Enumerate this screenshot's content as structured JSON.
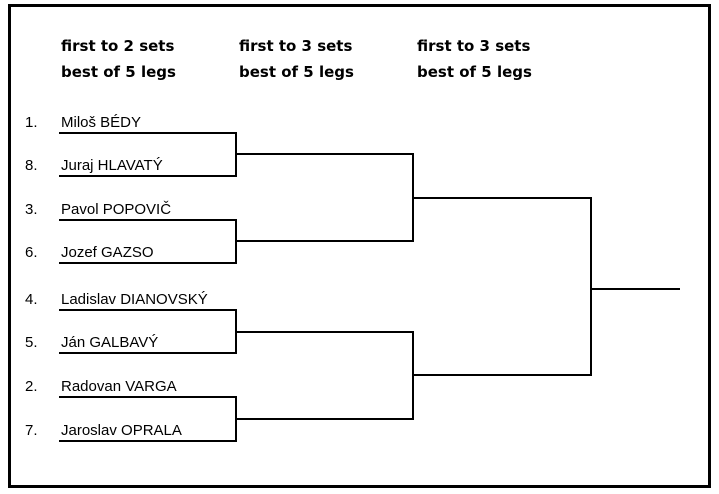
{
  "rounds": [
    {
      "line1": "first to 2 sets",
      "line2": "best of 5 legs"
    },
    {
      "line1": "first to 3 sets",
      "line2": "best of 5 legs"
    },
    {
      "line1": "first to 3 sets",
      "line2": "best of 5 legs"
    }
  ],
  "players": [
    {
      "seed": "1.",
      "name": "Miloš BÉDY"
    },
    {
      "seed": "8.",
      "name": "Juraj HLAVATÝ"
    },
    {
      "seed": "3.",
      "name": "Pavol POPOVIČ"
    },
    {
      "seed": "6.",
      "name": "Jozef GAZSO"
    },
    {
      "seed": "4.",
      "name": "Ladislav DIANOVSKÝ"
    },
    {
      "seed": "5.",
      "name": "Ján GALBAVÝ"
    },
    {
      "seed": "2.",
      "name": "Radovan VARGA"
    },
    {
      "seed": "7.",
      "name": "Jaroslav OPRALA"
    }
  ]
}
